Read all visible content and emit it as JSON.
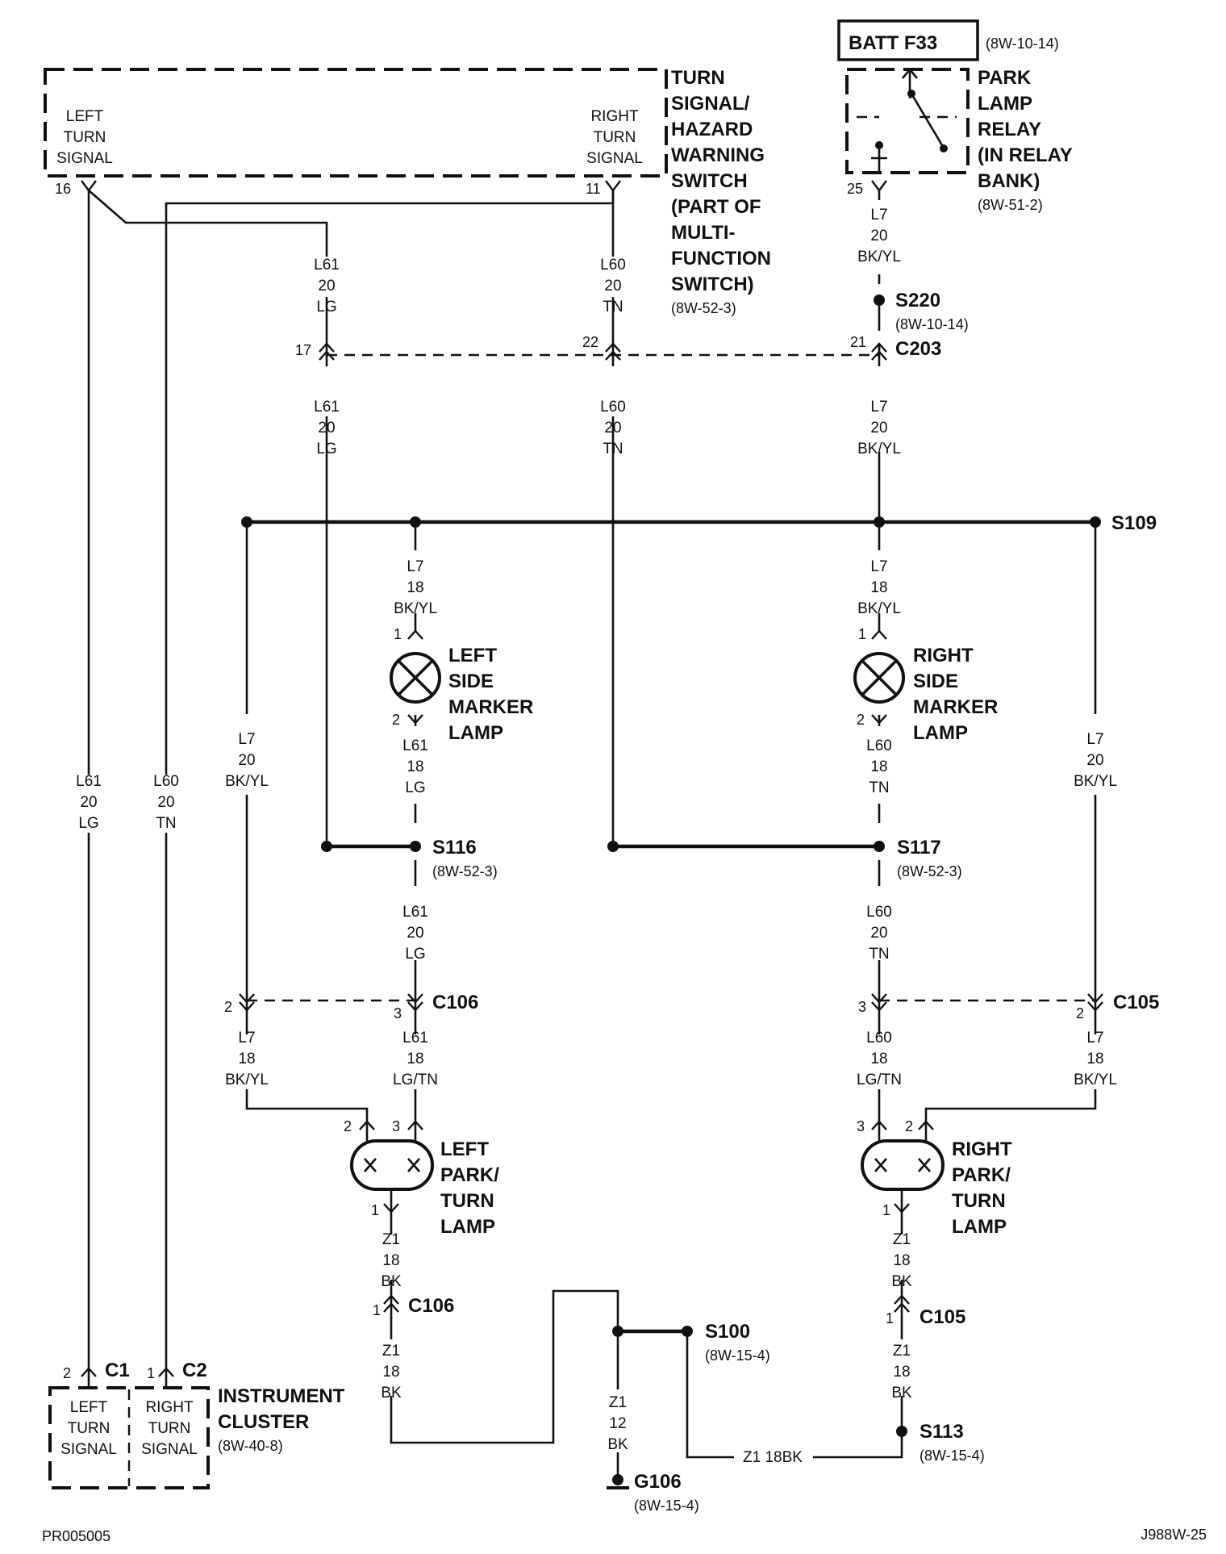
{
  "fuse": {
    "label": "BATT F33",
    "ref": "(8W-10-14)"
  },
  "relay": {
    "title": [
      "PARK",
      "LAMP",
      "RELAY",
      "(IN RELAY",
      "BANK)"
    ],
    "ref": "(8W-51-2)"
  },
  "switch": {
    "title": [
      "TURN",
      "SIGNAL/",
      "HAZARD",
      "WARNING",
      "SWITCH",
      "(PART OF",
      "MULTI-",
      "FUNCTION",
      "SWITCH)"
    ],
    "ref": "(8W-52-3)",
    "left": [
      "LEFT",
      "TURN",
      "SIGNAL"
    ],
    "right": [
      "RIGHT",
      "TURN",
      "SIGNAL"
    ]
  },
  "cluster": {
    "title": [
      "INSTRUMENT",
      "CLUSTER"
    ],
    "ref": "(8W-40-8)",
    "left": [
      "LEFT",
      "TURN",
      "SIGNAL"
    ],
    "right": [
      "RIGHT",
      "TURN",
      "SIGNAL"
    ],
    "c1": "C1",
    "c2": "C2"
  },
  "lamps": {
    "left_marker": [
      "LEFT",
      "SIDE",
      "MARKER",
      "LAMP"
    ],
    "right_marker": [
      "RIGHT",
      "SIDE",
      "MARKER",
      "LAMP"
    ],
    "left_park": [
      "LEFT",
      "PARK/",
      "TURN",
      "LAMP"
    ],
    "right_park": [
      "RIGHT",
      "PARK/",
      "TURN",
      "LAMP"
    ]
  },
  "splices": {
    "s220": "S220",
    "s220_ref": "(8W-10-14)",
    "s109": "S109",
    "s116": "S116",
    "s116_ref": "(8W-52-3)",
    "s117": "S117",
    "s117_ref": "(8W-52-3)",
    "s100": "S100",
    "s100_ref": "(8W-15-4)",
    "s113": "S113",
    "s113_ref": "(8W-15-4)"
  },
  "connectors": {
    "c203": "C203",
    "c106": "C106",
    "c105": "C105"
  },
  "ground": {
    "name": "G106",
    "ref": "(8W-15-4)"
  },
  "wires": {
    "l61_20_lg": [
      "L61",
      "20",
      "LG"
    ],
    "l60_20_tn": [
      "L60",
      "20",
      "TN"
    ],
    "l7_20_bkyl": [
      "L7",
      "20",
      "BK/YL"
    ],
    "l7_18_bkyl": [
      "L7",
      "18",
      "BK/YL"
    ],
    "l61_18_lg": [
      "L61",
      "18",
      "LG"
    ],
    "l60_18_tn": [
      "L60",
      "18",
      "TN"
    ],
    "l61_18_lgtn": [
      "L61",
      "18",
      "LG/TN"
    ],
    "l60_18_lgtn": [
      "L60",
      "18",
      "LG/TN"
    ],
    "z1_18_bk": [
      "Z1",
      "18",
      "BK"
    ],
    "z1_12_bk": [
      "Z1",
      "12",
      "BK"
    ],
    "z1_18bk_inline": "Z1  18BK"
  },
  "pins": {
    "sw_left": "16",
    "sw_right": "11",
    "relay_out": "25",
    "c203_a": "17",
    "c203_b": "22",
    "c203_c": "21",
    "lmk_1": "1",
    "lmk_2": "2",
    "rmk_1": "1",
    "rmk_2": "2",
    "c106_2": "2",
    "c106_3": "3",
    "c105_3": "3",
    "c105_2": "2",
    "lpt_2": "2",
    "lpt_3": "3",
    "lpt_1": "1",
    "rpt_3": "3",
    "rpt_2": "2",
    "rpt_1": "1",
    "c106_1": "1",
    "c105_1": "1",
    "cl_c1": "2",
    "cl_c2": "1"
  },
  "footer": {
    "left": "PR005005",
    "right": "J988W-25"
  }
}
